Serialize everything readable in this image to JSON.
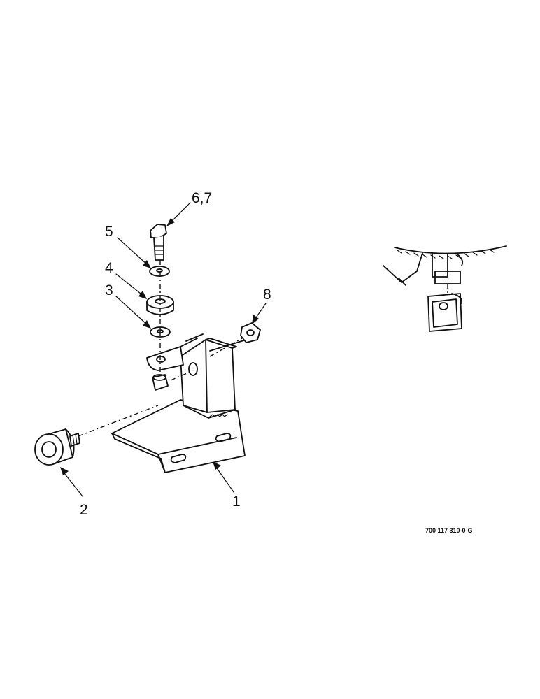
{
  "callouts": {
    "part_1": "1",
    "part_2": "2",
    "part_3": "3",
    "part_4": "4",
    "part_5": "5",
    "part_6_7": "6,7",
    "part_8": "8"
  },
  "figure_ref": "700 117 310-0-G"
}
